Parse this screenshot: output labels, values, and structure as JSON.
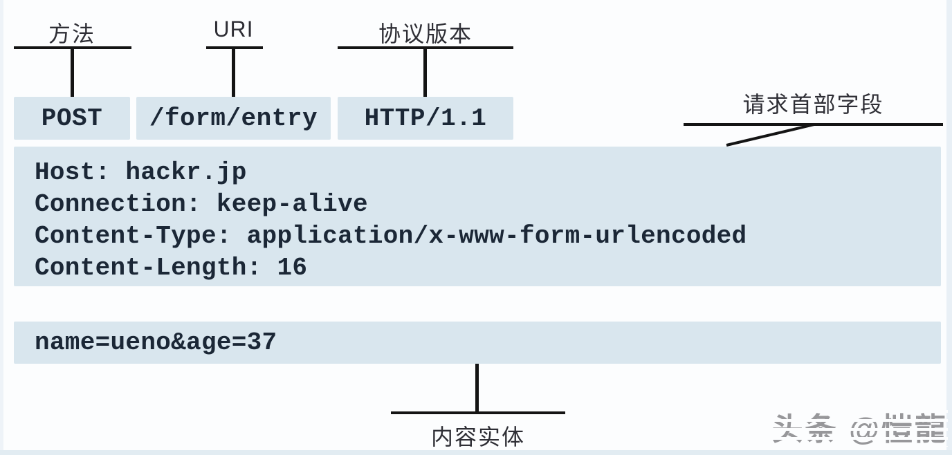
{
  "request_line": {
    "method": {
      "label": "方法",
      "value": "POST"
    },
    "uri": {
      "label": "URI",
      "value": "/form/entry"
    },
    "version": {
      "label": "协议版本",
      "value": "HTTP/1.1"
    }
  },
  "headers": {
    "label": "请求首部字段",
    "lines": [
      "Host: hackr.jp",
      "Connection: keep-alive",
      "Content-Type: application/x-www-form-urlencoded",
      "Content-Length: 16"
    ]
  },
  "body": {
    "label": "内容实体",
    "content": "name=ueno&age=37"
  },
  "watermark": "头条 @愷龍",
  "colors": {
    "block_fill": "#d9e6ee",
    "connector_line": "#141414",
    "mono_text": "#1b2736",
    "label_text": "#2e2e35",
    "watermark_text": "#97979a"
  }
}
